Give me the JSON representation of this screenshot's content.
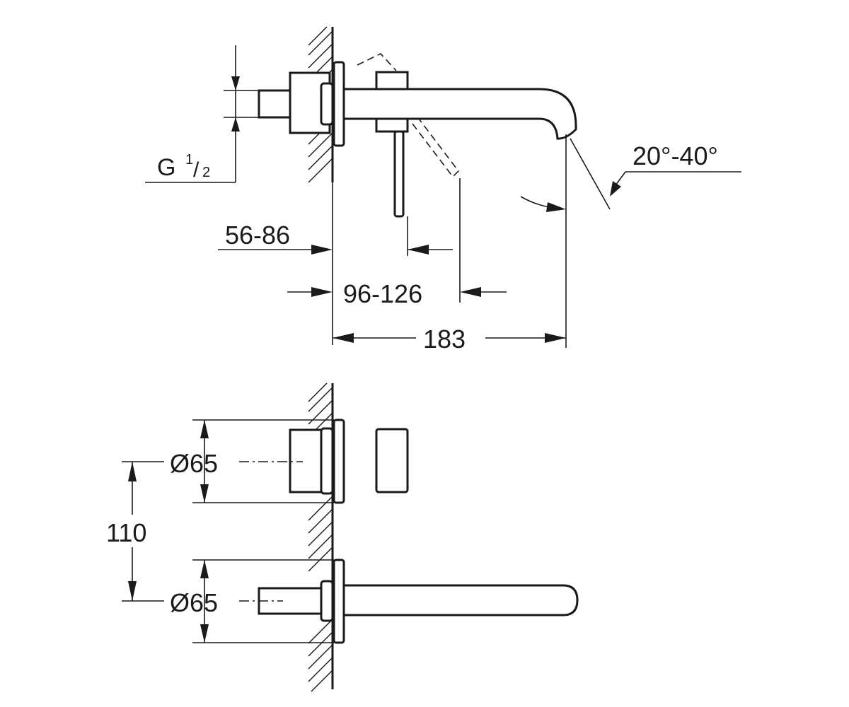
{
  "side_view": {
    "thread_label_main": "G",
    "thread_label_num": "1",
    "thread_label_slash": "/",
    "thread_label_den": "2",
    "wall_depth": "56-86",
    "lever_depth": "96-126",
    "spout_length": "183",
    "spout_angle": "20°-40°"
  },
  "front_view": {
    "handle_diameter": "Ø65",
    "spout_diameter": "Ø65",
    "center_distance": "110"
  }
}
